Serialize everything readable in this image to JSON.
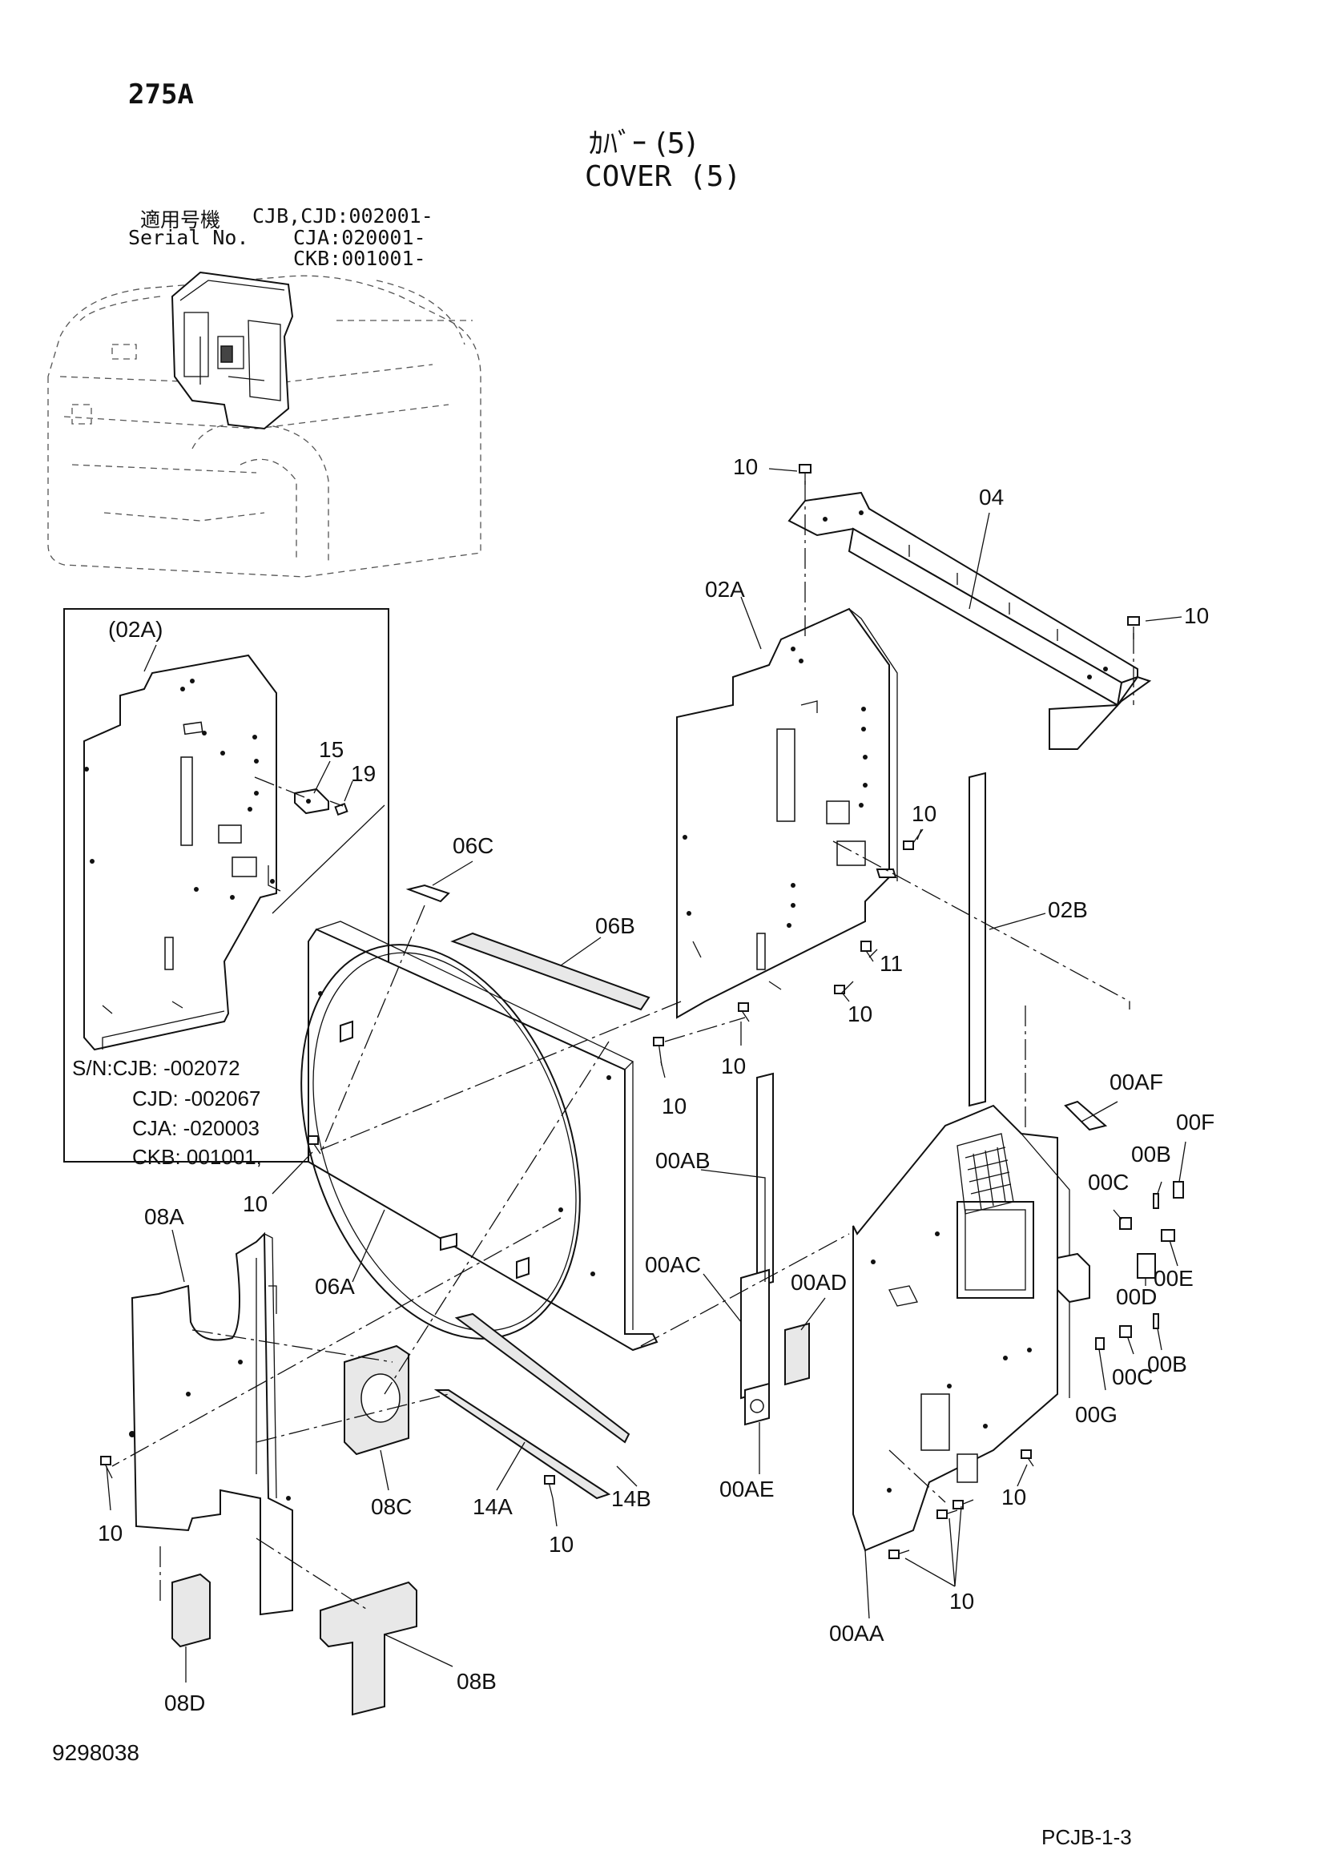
{
  "header": {
    "page_code": "275A",
    "title_jp": "ｶﾊﾞｰ (5)",
    "title_en": "COVER (5)",
    "serial_label_jp": "適用号機",
    "serial_label_en": "Serial No.",
    "serial_numbers": [
      "CJB,CJD:002001-",
      "CJA:020001-",
      "CKB:001001-"
    ]
  },
  "inset": {
    "ref_label": "(02A)",
    "callouts": [
      "15",
      "19"
    ],
    "sn_lines": [
      "S/N:CJB: -002072",
      "CJD: -002067",
      "CJA: -020003",
      "CKB: 001001,"
    ]
  },
  "callouts": {
    "c10_top": "10",
    "c04": "04",
    "c10_right": "10",
    "c02A": "02A",
    "c10_plate": "10",
    "c06C": "06C",
    "c06B": "06B",
    "c02B": "02B",
    "c11": "11",
    "c10_mid": "10",
    "c10_a": "10",
    "c10_b": "10",
    "c00AF": "00AF",
    "c00F": "00F",
    "c00B_top": "00B",
    "c00C_top": "00C",
    "c00E": "00E",
    "c00D": "00D",
    "c00B_bot": "00B",
    "c00C_bot": "00C",
    "c00G": "00G",
    "c10_door": "10",
    "c10_shroud": "10",
    "c08A": "08A",
    "c06A": "06A",
    "c00AB": "00AB",
    "c00AC": "00AC",
    "c00AD": "00AD",
    "c00AE": "00AE",
    "c08C": "08C",
    "c14A": "14A",
    "c14B": "14B",
    "c10_foam": "10",
    "c10_left": "10",
    "c10_bottom": "10",
    "c00AA": "00AA",
    "c08D": "08D",
    "c08B": "08B"
  },
  "footer": {
    "drawing_no": "9298038",
    "sheet_ref": "PCJB-1-3"
  }
}
